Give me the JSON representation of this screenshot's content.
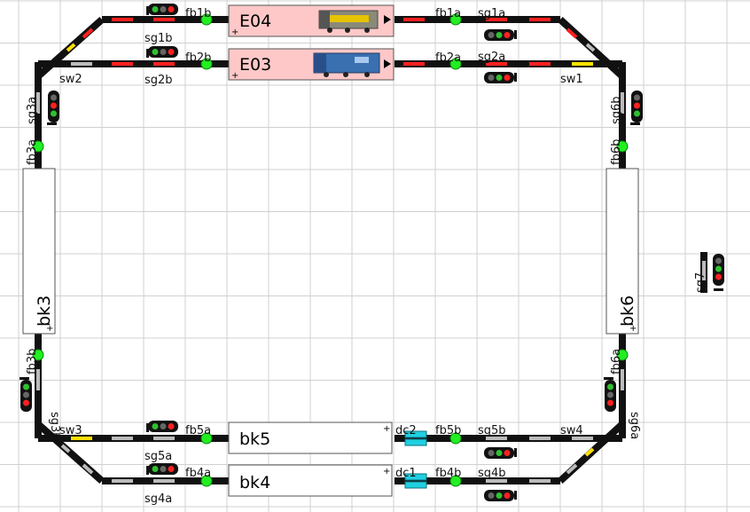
{
  "colors": {
    "grid": "#d0d0d0",
    "track": "#111111",
    "occupied": "#ff2020",
    "free": "#bbbbbb",
    "switch_pos": "#ffe000",
    "sensor": "#22ee22",
    "block_reserved": "#ffc8c8",
    "block_free": "#ffffff",
    "decoupler": "#20d0e0"
  },
  "sensors": {
    "fb1b": "fb1b",
    "fb2b": "fb2b",
    "fb1a": "fb1a",
    "fb2a": "fb2a",
    "fb3a": "fb3a",
    "fb3b": "fb3b",
    "fb6b": "fb6b",
    "fb6a": "fb6a",
    "fb5a": "fb5a",
    "fb4a": "fb4a",
    "fb5b": "fb5b",
    "fb4b": "fb4b"
  },
  "signals": {
    "sg1b": "sg1b",
    "sg2b": "sg2b",
    "sg1a": "sg1a",
    "sg2a": "sg2a",
    "sg3a": "sg3a",
    "sg3b": "sg3b",
    "sg6b": "sg6b",
    "sg6a": "sg6a",
    "sg5a": "sg5a",
    "sg4a": "sg4a",
    "sg5b": "sg5b",
    "sg4b": "sg4b",
    "sg7": "sg7"
  },
  "switches": {
    "sw1": "sw1",
    "sw2": "sw2",
    "sw3": "sw3",
    "sw4": "sw4"
  },
  "decouplers": {
    "dc1": "dc1",
    "dc2": "dc2"
  },
  "blocks": {
    "top1": {
      "label": "E04",
      "plus": "+",
      "direction": "right",
      "locomotive": "yellow-grey-diesel-icon"
    },
    "top2": {
      "label": "E03",
      "plus": "+",
      "direction": "right",
      "locomotive": "blue-diesel-icon"
    },
    "bk3": {
      "label": "bk3",
      "plus": "+"
    },
    "bk6": {
      "label": "bk6",
      "plus": "+"
    },
    "bk5": {
      "label": "bk5",
      "plus": "+"
    },
    "bk4": {
      "label": "bk4",
      "plus": "+"
    }
  }
}
